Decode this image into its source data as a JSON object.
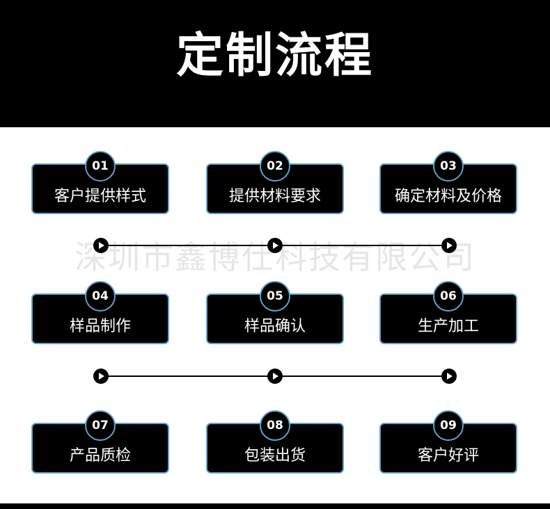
{
  "header": {
    "title": "定制流程"
  },
  "watermark": "深圳市鑫博仕科技有限公司",
  "steps": [
    {
      "number": "01",
      "label": "客户提供样式"
    },
    {
      "number": "02",
      "label": "提供材料要求"
    },
    {
      "number": "03",
      "label": "确定材料及价格"
    },
    {
      "number": "04",
      "label": "样品制作"
    },
    {
      "number": "05",
      "label": "样品确认"
    },
    {
      "number": "06",
      "label": "生产加工"
    },
    {
      "number": "07",
      "label": "产品质检"
    },
    {
      "number": "08",
      "label": "包装出货"
    },
    {
      "number": "09",
      "label": "客户好评"
    }
  ],
  "colors": {
    "background": "#ffffff",
    "header": "#000000",
    "card": "#000000",
    "card_border": "#5fa2c8",
    "text": "#ffffff",
    "watermark": "#e6e6e6"
  },
  "icons": [
    "play-icon"
  ]
}
